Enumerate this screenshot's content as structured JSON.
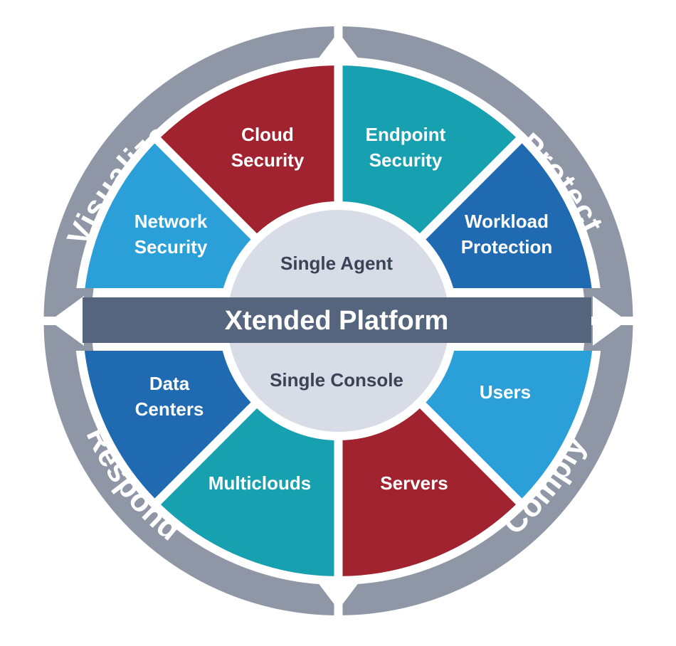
{
  "diagram": {
    "ring_labels": [
      "Visualize",
      "Protect",
      "Comply",
      "Respond"
    ],
    "band": {
      "label": "Xtended Platform"
    },
    "hub": {
      "top_label": "Single Agent",
      "bottom_label": "Single Console"
    },
    "top_segments": [
      {
        "lines": [
          "Network",
          "Security"
        ],
        "color": "#2a9fd8"
      },
      {
        "lines": [
          "Cloud",
          "Security"
        ],
        "color": "#a0232f"
      },
      {
        "lines": [
          "Endpoint",
          "Security"
        ],
        "color": "#17a0b0"
      },
      {
        "lines": [
          "Workload",
          "Protection"
        ],
        "color": "#1f6ab0"
      }
    ],
    "bottom_segments": [
      {
        "lines": [
          "Data",
          "Centers"
        ],
        "color": "#1f6ab0"
      },
      {
        "lines": [
          "Multiclouds"
        ],
        "color": "#17a0b0"
      },
      {
        "lines": [
          "Servers"
        ],
        "color": "#a0232f"
      },
      {
        "lines": [
          "Users"
        ],
        "color": "#2a9fd8"
      }
    ],
    "colors": {
      "ring": "#8f96a6",
      "band": "#55657e",
      "hub": "#d7dce6",
      "background": "#ffffff"
    }
  }
}
